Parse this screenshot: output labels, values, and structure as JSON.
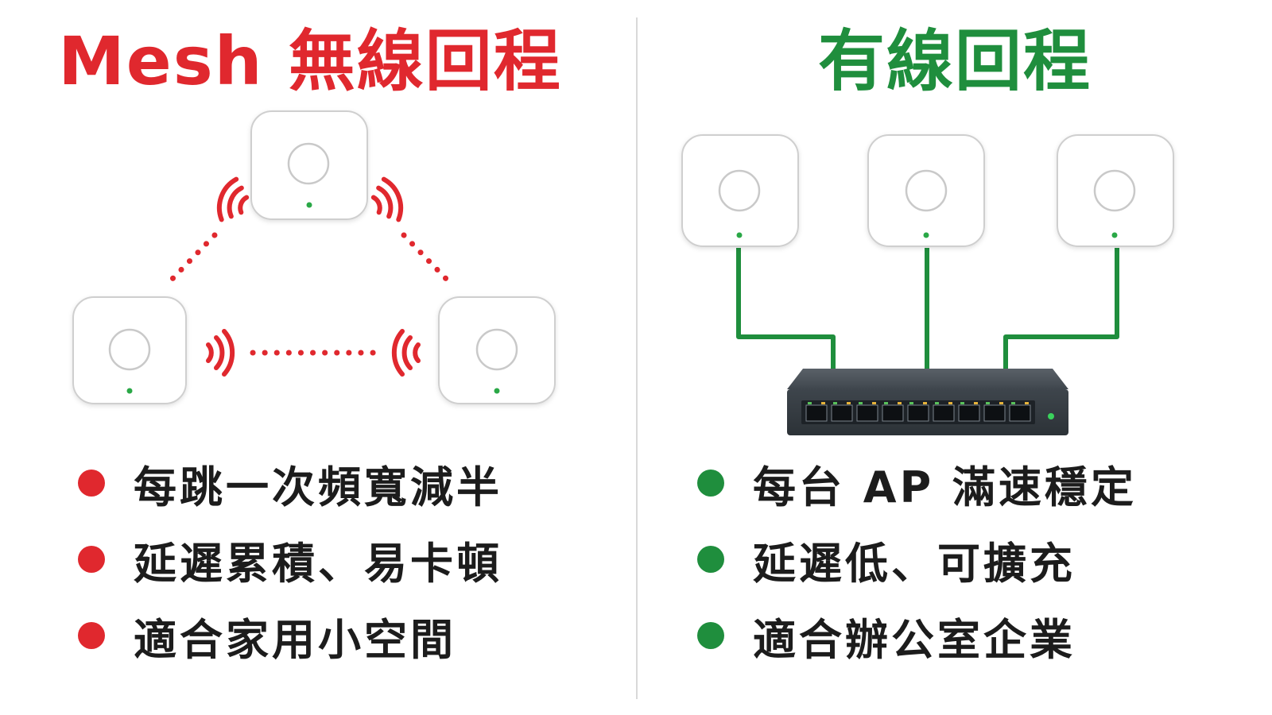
{
  "colors": {
    "wireless_accent": "#e0282e",
    "wired_accent": "#1f8e3d",
    "text": "#1c1c1c",
    "device_body": "#ffffff",
    "device_border": "#cfcfcf",
    "status_led": "#2aa847",
    "switch_body": "#3c434b"
  },
  "left": {
    "title": "Mesh 無線回程",
    "devices": [
      "access-point",
      "access-point",
      "access-point"
    ],
    "links": "wireless-dotted",
    "bullets": [
      "每跳一次頻寬減半",
      "延遲累積、易卡頓",
      "適合家用小空間"
    ]
  },
  "right": {
    "title": "有線回程",
    "devices": [
      "access-point",
      "access-point",
      "access-point"
    ],
    "links": "wired-cable",
    "hub": "network-switch",
    "bullets": [
      "每台 AP 滿速穩定",
      "延遲低、可擴充",
      "適合辦公室企業"
    ]
  }
}
